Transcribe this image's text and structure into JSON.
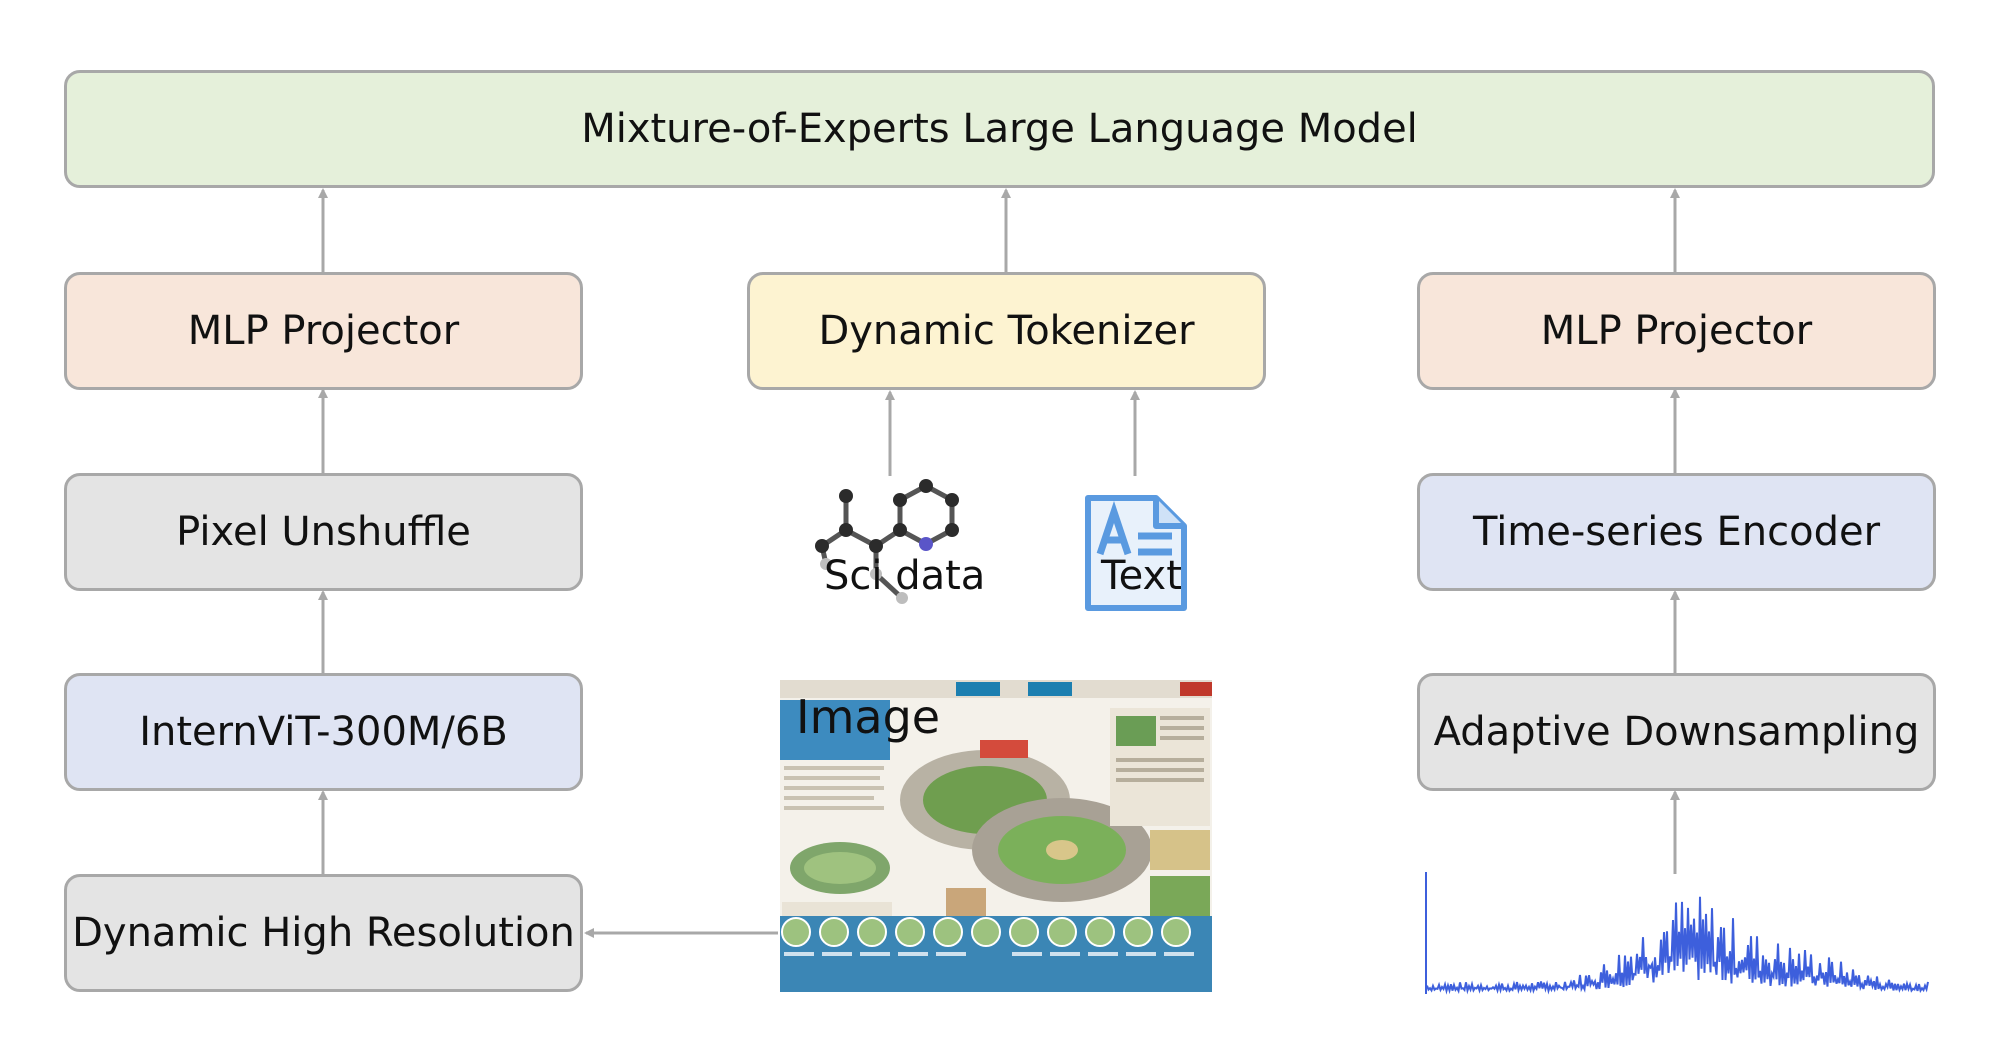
{
  "llm": "Mixture-of-Experts Large Language Model",
  "left": {
    "projector": "MLP Projector",
    "unshuffle": "Pixel Unshuffle",
    "encoder": "InternViT-300M/6B",
    "resolution": "Dynamic High Resolution"
  },
  "center": {
    "tokenizer": "Dynamic Tokenizer",
    "sci_data_label": "Sci data",
    "text_label": "Text",
    "image_label": "Image"
  },
  "right": {
    "projector": "MLP Projector",
    "encoder": "Time-series Encoder",
    "downsampling": "Adaptive Downsampling"
  },
  "colors": {
    "llm": "#e5f0da",
    "projector": "#f8e6da",
    "tokenizer": "#fdf3d1",
    "gray_box": "#e4e4e4",
    "encoder": "#dfe4f3",
    "signal": "#3d5fdc",
    "border": "#a8a8a8"
  },
  "icons": {
    "molecule": "molecule-icon",
    "text_file": "text-document-icon",
    "poster": "image-thumbnail",
    "signal": "time-series-waveform"
  }
}
